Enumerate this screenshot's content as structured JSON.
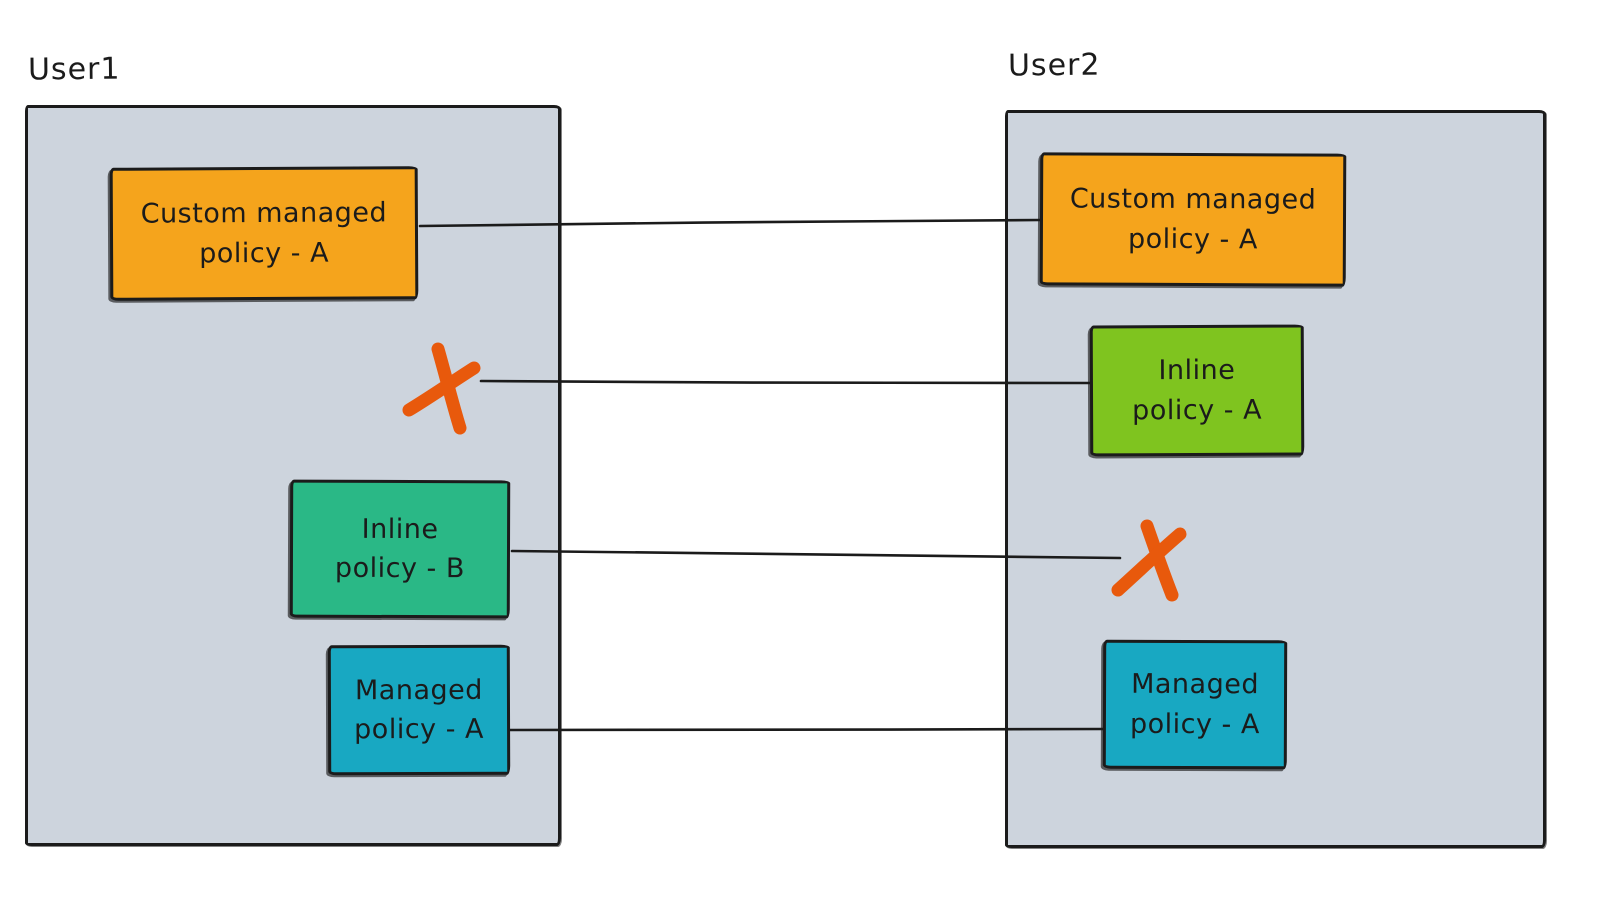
{
  "diagram": {
    "left_user": {
      "title": "User1",
      "custom_managed": {
        "line1": "Custom managed",
        "line2": "policy - A"
      },
      "inline": {
        "line1": "Inline",
        "line2": "policy - B"
      },
      "managed": {
        "line1": "Managed",
        "line2": "policy - A"
      }
    },
    "right_user": {
      "title": "User2",
      "custom_managed": {
        "line1": "Custom managed",
        "line2": "policy - A"
      },
      "inline": {
        "line1": "Inline",
        "line2": "policy - A"
      },
      "managed": {
        "line1": "Managed",
        "line2": "policy - A"
      }
    },
    "connections": [
      {
        "from": "User1: Custom managed policy - A",
        "to": "User2: Custom managed policy - A"
      },
      {
        "from": "User1: ✗ (missing)",
        "to": "User2: Inline policy - A"
      },
      {
        "from": "User1: Inline policy - B",
        "to": "User2: ✗ (missing)"
      },
      {
        "from": "User1: Managed policy - A",
        "to": "User2: Managed policy - A"
      }
    ],
    "colors": {
      "container_fill": "#cdd4dd",
      "custom_managed_fill": "#f5a41c",
      "inline_b_fill": "#2ab886",
      "inline_a_fill": "#7fc41f",
      "managed_fill": "#18a8c2",
      "cross_mark": "#e8590c",
      "stroke": "#1b1b1b",
      "background": "#ffffff"
    }
  }
}
